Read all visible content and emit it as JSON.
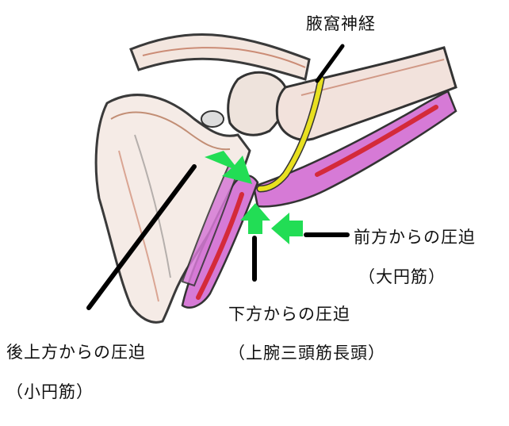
{
  "labels": {
    "nerve": "腋窩神経",
    "anterior_line1": "前方からの圧迫",
    "anterior_line2": "（大円筋）",
    "inferior_line1": "下方からの圧迫",
    "inferior_line2": "（上腕三頭筋長頭）",
    "posterior_superior_line1": "後上方からの圧迫",
    "posterior_superior_line2": "（小円筋）"
  },
  "colors": {
    "arrow": "#22dd55",
    "pointer_line": "#000000",
    "nerve": "#e8e020",
    "muscle": "#d67ad6",
    "muscle_core": "#d42a3a",
    "bone_outline": "#333333",
    "bone_fill": "#f7efe8"
  }
}
